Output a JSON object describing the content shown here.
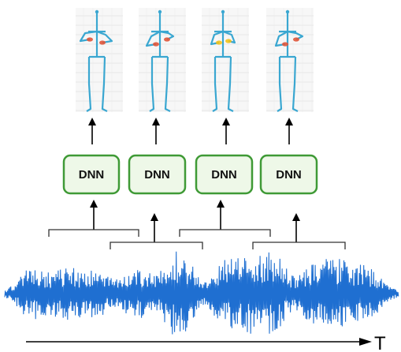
{
  "pose_frames": [
    {
      "highlight": "#e0553a"
    },
    {
      "highlight": "#e0553a"
    },
    {
      "highlight": "#f2c21a"
    },
    {
      "highlight": "#e0553a"
    }
  ],
  "dnn_blocks": [
    {
      "label": "DNN"
    },
    {
      "label": "DNN"
    },
    {
      "label": "DNN"
    },
    {
      "label": "DNN"
    }
  ],
  "time_axis": {
    "label": "T"
  },
  "colors": {
    "dnn_border": "#3f9a36",
    "dnn_fill": "#eef8e8",
    "skeleton": "#3aa7d1",
    "waveform": "#1f6fd1",
    "bracket": "#333333",
    "arrow": "#000000"
  }
}
